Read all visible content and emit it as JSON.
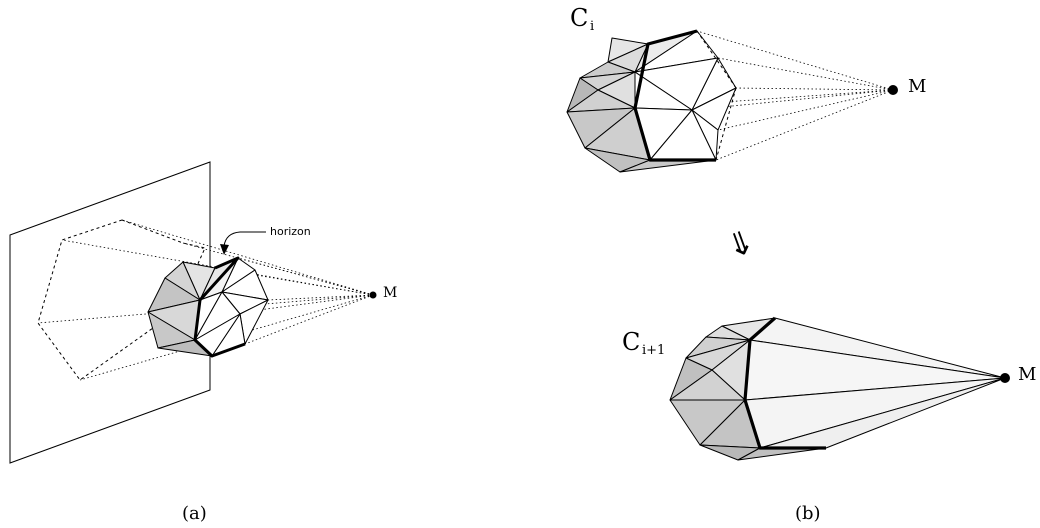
{
  "panel_a": {
    "horizon_label": "horizon",
    "point_label": "M",
    "caption": "(a)"
  },
  "panel_b": {
    "top_hull_label": "C",
    "top_hull_sub": "i",
    "top_point_label": "M",
    "arrow_glyph": "⇓",
    "bottom_hull_label": "C",
    "bottom_hull_sub": "i+1",
    "bottom_point_label": "M",
    "caption": "(b)"
  },
  "colors": {
    "face_dark": "#c8c8c8",
    "face_mid": "#dcdcdc",
    "face_light": "#f0f0f0",
    "stroke": "#000000"
  }
}
